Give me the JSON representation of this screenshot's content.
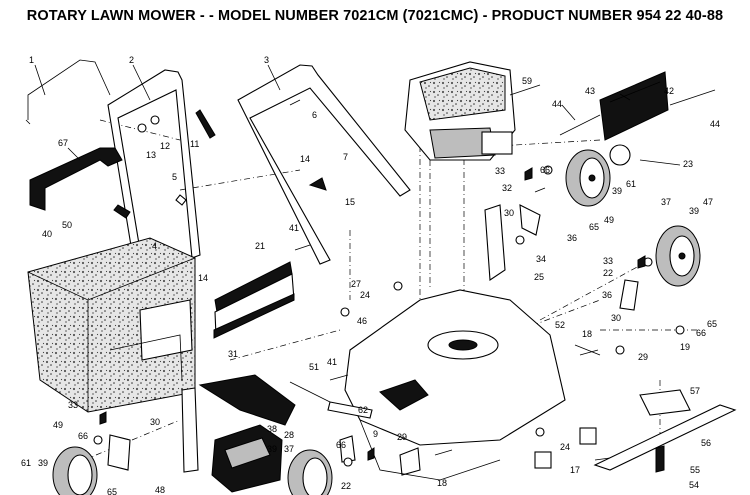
{
  "title": "ROTARY LAWN MOWER - - MODEL NUMBER 7021CM (7021CMC) - PRODUCT NUMBER 954 22 40-88",
  "callouts": [
    {
      "id": "c1",
      "num": "1"
    },
    {
      "id": "c2",
      "num": "2"
    },
    {
      "id": "c3",
      "num": "3"
    },
    {
      "id": "c67",
      "num": "67"
    },
    {
      "id": "c13",
      "num": "13"
    },
    {
      "id": "c12",
      "num": "12"
    },
    {
      "id": "c11",
      "num": "11"
    },
    {
      "id": "c6",
      "num": "6"
    },
    {
      "id": "c7",
      "num": "7"
    },
    {
      "id": "c5",
      "num": "5"
    },
    {
      "id": "c14a",
      "num": "14"
    },
    {
      "id": "c14b",
      "num": "14"
    },
    {
      "id": "c4",
      "num": "4"
    },
    {
      "id": "c40",
      "num": "40"
    },
    {
      "id": "c50",
      "num": "50"
    },
    {
      "id": "c15",
      "num": "15"
    },
    {
      "id": "c21",
      "num": "21"
    },
    {
      "id": "c41a",
      "num": "41"
    },
    {
      "id": "c59",
      "num": "59"
    },
    {
      "id": "c44a",
      "num": "44"
    },
    {
      "id": "c43",
      "num": "43"
    },
    {
      "id": "c42",
      "num": "42"
    },
    {
      "id": "c44b",
      "num": "44"
    },
    {
      "id": "c23",
      "num": "23"
    },
    {
      "id": "c33a",
      "num": "33"
    },
    {
      "id": "c66a",
      "num": "66"
    },
    {
      "id": "c32",
      "num": "32"
    },
    {
      "id": "c39a",
      "num": "39"
    },
    {
      "id": "c61a",
      "num": "61"
    },
    {
      "id": "c49a",
      "num": "49"
    },
    {
      "id": "c30a",
      "num": "30"
    },
    {
      "id": "c36a",
      "num": "36"
    },
    {
      "id": "c65a",
      "num": "65"
    },
    {
      "id": "c37a",
      "num": "37"
    },
    {
      "id": "c39b",
      "num": "39"
    },
    {
      "id": "c47",
      "num": "47"
    },
    {
      "id": "c34",
      "num": "34"
    },
    {
      "id": "c25",
      "num": "25"
    },
    {
      "id": "c33b",
      "num": "33"
    },
    {
      "id": "c22a",
      "num": "22"
    },
    {
      "id": "c27",
      "num": "27"
    },
    {
      "id": "c24a",
      "num": "24"
    },
    {
      "id": "c36b",
      "num": "36"
    },
    {
      "id": "c46",
      "num": "46"
    },
    {
      "id": "c52",
      "num": "52"
    },
    {
      "id": "c30b",
      "num": "30"
    },
    {
      "id": "c65b",
      "num": "65"
    },
    {
      "id": "c18a",
      "num": "18"
    },
    {
      "id": "c66b",
      "num": "66"
    },
    {
      "id": "c19",
      "num": "19"
    },
    {
      "id": "c29a",
      "num": "29"
    },
    {
      "id": "c31",
      "num": "31"
    },
    {
      "id": "c51",
      "num": "51"
    },
    {
      "id": "c41b",
      "num": "41"
    },
    {
      "id": "c57",
      "num": "57"
    },
    {
      "id": "c62",
      "num": "62"
    },
    {
      "id": "c33c",
      "num": "33"
    },
    {
      "id": "c30c",
      "num": "30"
    },
    {
      "id": "c28",
      "num": "28"
    },
    {
      "id": "c66c",
      "num": "66"
    },
    {
      "id": "c9",
      "num": "9"
    },
    {
      "id": "c29b",
      "num": "29"
    },
    {
      "id": "c24b",
      "num": "24"
    },
    {
      "id": "c56",
      "num": "56"
    },
    {
      "id": "c49b",
      "num": "49"
    },
    {
      "id": "c66d",
      "num": "66"
    },
    {
      "id": "c38",
      "num": "38"
    },
    {
      "id": "c39c",
      "num": "39"
    },
    {
      "id": "c37b",
      "num": "37"
    },
    {
      "id": "c17",
      "num": "17"
    },
    {
      "id": "c55",
      "num": "55"
    },
    {
      "id": "c61b",
      "num": "61"
    },
    {
      "id": "c39d",
      "num": "39"
    },
    {
      "id": "c65c",
      "num": "65"
    },
    {
      "id": "c48",
      "num": "48"
    },
    {
      "id": "c22b",
      "num": "22"
    },
    {
      "id": "c18b",
      "num": "18"
    },
    {
      "id": "c54",
      "num": "54"
    }
  ]
}
